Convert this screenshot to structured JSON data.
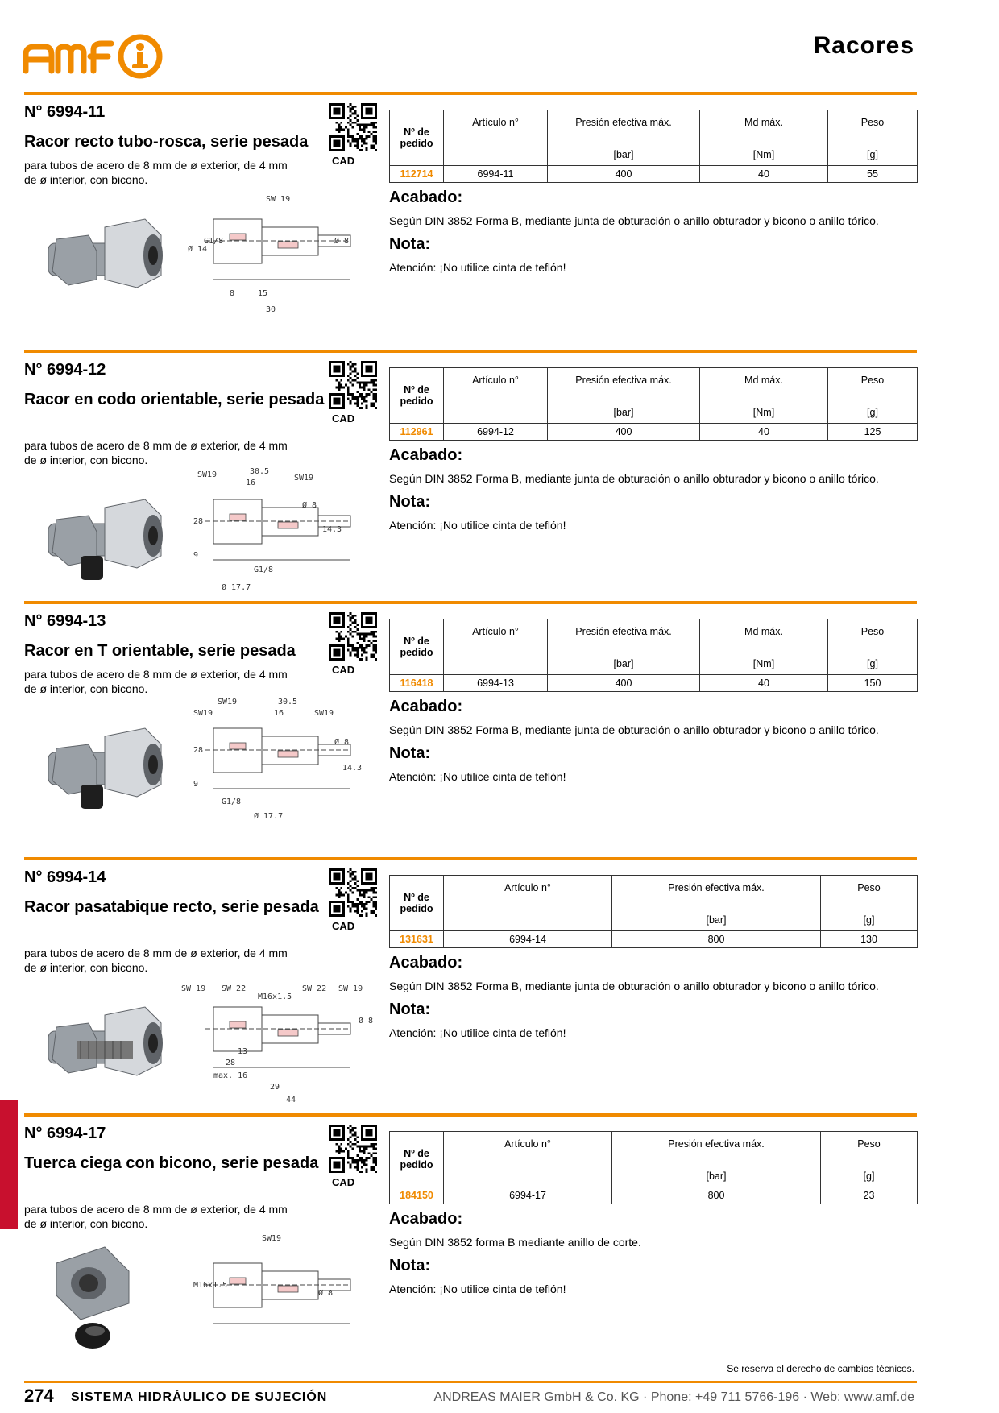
{
  "header": {
    "brand": "amf",
    "title": "Racores"
  },
  "products": [
    {
      "number": "N° 6994-11",
      "title": "Racor recto tubo-rosca, serie pesada",
      "description": "para tubos de acero de 8 mm de ø exterior, de 4 mm de ø interior, con bicono.",
      "cad": "CAD",
      "table": {
        "col_order": "Nº de pedido",
        "col_article": "Artículo n°",
        "col_pressure": "Presión efectiva máx.",
        "col_pressure_unit": "[bar]",
        "col_md": "Md máx.",
        "col_md_unit": "[Nm]",
        "col_weight": "Peso",
        "col_weight_unit": "[g]",
        "row": {
          "order": "112714",
          "article": "6994-11",
          "pressure": "400",
          "md": "40",
          "weight": "55"
        }
      },
      "finish_heading": "Acabado:",
      "finish_text": "Según DIN 3852 Forma B, mediante junta de obturación o anillo obturador y bicono o anillo tórico.",
      "note_heading": "Nota:",
      "note_text": "Atención: ¡No utilice cinta de teflón!",
      "drawing_labels": [
        "SW 19",
        "Ø 14",
        "G1/8",
        "Ø 8",
        "8",
        "15",
        "30"
      ]
    },
    {
      "number": "N° 6994-12",
      "title": "Racor en codo orientable, serie pesada",
      "description": "para tubos de acero de 8 mm de ø exterior, de 4 mm de ø interior, con bicono.",
      "cad": "CAD",
      "table": {
        "col_order": "Nº de pedido",
        "col_article": "Artículo n°",
        "col_pressure": "Presión efectiva máx.",
        "col_pressure_unit": "[bar]",
        "col_md": "Md máx.",
        "col_md_unit": "[Nm]",
        "col_weight": "Peso",
        "col_weight_unit": "[g]",
        "row": {
          "order": "112961",
          "article": "6994-12",
          "pressure": "400",
          "md": "40",
          "weight": "125"
        }
      },
      "finish_heading": "Acabado:",
      "finish_text": "Según DIN 3852 Forma B, mediante junta de obturación o anillo obturador y bicono o anillo tórico.",
      "note_heading": "Nota:",
      "note_text": "Atención: ¡No utilice cinta de teflón!",
      "drawing_labels": [
        "SW19",
        "30.5",
        "16",
        "SW19",
        "Ø 8",
        "28",
        "14.3",
        "9",
        "G1/8",
        "Ø 17.7"
      ]
    },
    {
      "number": "N° 6994-13",
      "title": "Racor en T orientable, serie pesada",
      "description": "para tubos de acero de 8 mm de ø exterior, de 4 mm de ø interior, con bicono.",
      "cad": "CAD",
      "table": {
        "col_order": "Nº de pedido",
        "col_article": "Artículo n°",
        "col_pressure": "Presión efectiva máx.",
        "col_pressure_unit": "[bar]",
        "col_md": "Md máx.",
        "col_md_unit": "[Nm]",
        "col_weight": "Peso",
        "col_weight_unit": "[g]",
        "row": {
          "order": "116418",
          "article": "6994-13",
          "pressure": "400",
          "md": "40",
          "weight": "150"
        }
      },
      "finish_heading": "Acabado:",
      "finish_text": "Según DIN 3852 Forma B, mediante junta de obturación o anillo obturador y bicono o anillo tórico.",
      "note_heading": "Nota:",
      "note_text": "Atención: ¡No utilice cinta de teflón!",
      "drawing_labels": [
        "SW19",
        "30.5",
        "SW19",
        "16",
        "SW19",
        "Ø 8",
        "28",
        "14.3",
        "9",
        "G1/8",
        "Ø 17.7"
      ]
    },
    {
      "number": "N° 6994-14",
      "title": "Racor pasatabique recto, serie pesada",
      "description": "para tubos de acero de 8 mm de ø exterior, de 4 mm de ø interior, con bicono.",
      "cad": "CAD",
      "table": {
        "col_order": "Nº de pedido",
        "col_article": "Artículo n°",
        "col_pressure": "Presión efectiva máx.",
        "col_pressure_unit": "[bar]",
        "col_weight": "Peso",
        "col_weight_unit": "[g]",
        "row": {
          "order": "131631",
          "article": "6994-14",
          "pressure": "800",
          "weight": "130"
        }
      },
      "finish_heading": "Acabado:",
      "finish_text": "Según DIN 3852 Forma B, mediante junta de obturación o anillo obturador y bicono o anillo tórico.",
      "note_heading": "Nota:",
      "note_text": "Atención: ¡No utilice cinta de teflón!",
      "drawing_labels": [
        "SW 19",
        "SW 22",
        "M16x1.5",
        "SW 22",
        "SW 19",
        "Ø 8",
        "13",
        "28",
        "max. 16",
        "29",
        "44"
      ]
    },
    {
      "number": "N° 6994-17",
      "title": "Tuerca ciega con bicono, serie pesada",
      "description": "para tubos de acero de 8 mm de ø exterior, de 4 mm de ø interior, con bicono.",
      "cad": "CAD",
      "table": {
        "col_order": "Nº de pedido",
        "col_article": "Artículo n°",
        "col_pressure": "Presión efectiva máx.",
        "col_pressure_unit": "[bar]",
        "col_weight": "Peso",
        "col_weight_unit": "[g]",
        "row": {
          "order": "184150",
          "article": "6994-17",
          "pressure": "800",
          "weight": "23"
        }
      },
      "finish_heading": "Acabado:",
      "finish_text": "Según DIN 3852 forma B mediante anillo de corte.",
      "note_heading": "Nota:",
      "note_text": "Atención: ¡No utilice cinta de teflón!",
      "drawing_labels": [
        "SW19",
        "M16x1.5",
        "Ø 8"
      ]
    }
  ],
  "footer": {
    "note": "Se reserva el derecho de cambios técnicos.",
    "page_number": "274",
    "section": "SISTEMA HIDRÁULICO DE SUJECIÓN",
    "company": "ANDREAS MAIER GmbH & Co. KG · Phone: +49 711 5766-196 · Web: www.amf.de"
  },
  "colors": {
    "accent": "#f08a00",
    "tab": "#c8102e"
  }
}
